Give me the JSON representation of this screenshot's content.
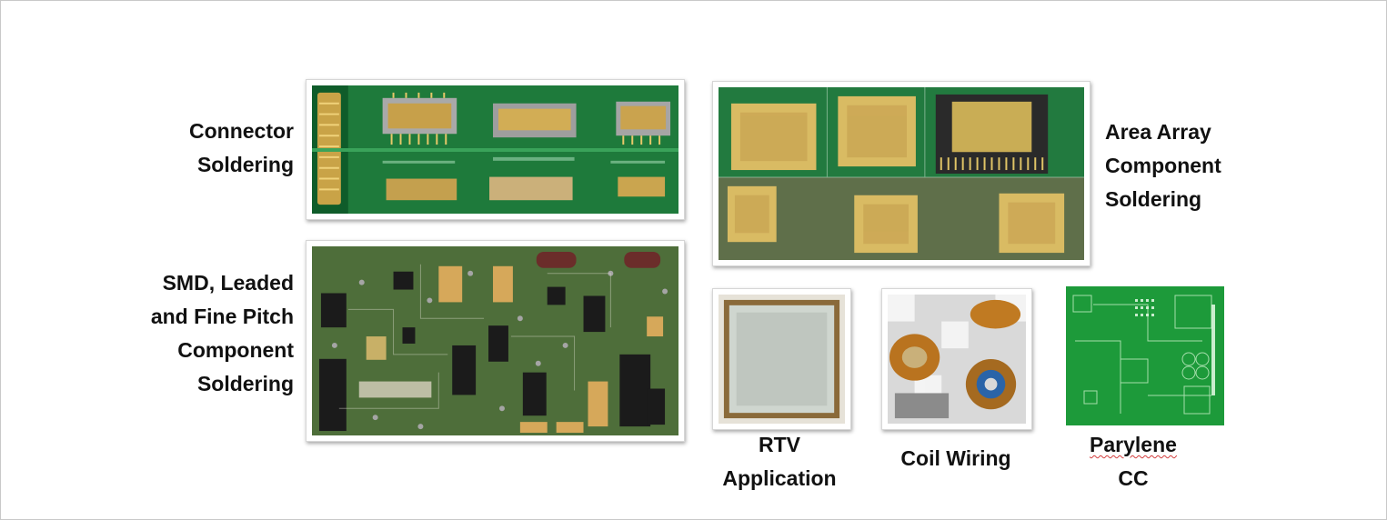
{
  "captions": {
    "connector": [
      "Connector",
      "Soldering"
    ],
    "smd": [
      "SMD, Leaded",
      "and Fine Pitch",
      "Component",
      "Soldering"
    ],
    "area_array": [
      "Area Array",
      "Component",
      "Soldering"
    ],
    "rtv": [
      "RTV",
      "Application"
    ],
    "coil": [
      "Coil Wiring"
    ],
    "parylene": [
      "Parylene",
      "CC"
    ]
  },
  "images": {
    "connector": "connector-soldering-photo",
    "smd": "smd-pcb-photo",
    "area_array": "area-array-components-photo",
    "rtv": "rtv-application-photo",
    "coil": "coil-wiring-photo",
    "parylene": "parylene-pcb-photo"
  },
  "colors": {
    "pcb_green": "#1f7a3a",
    "gold": "#d8b54c",
    "ink": "#111111"
  }
}
